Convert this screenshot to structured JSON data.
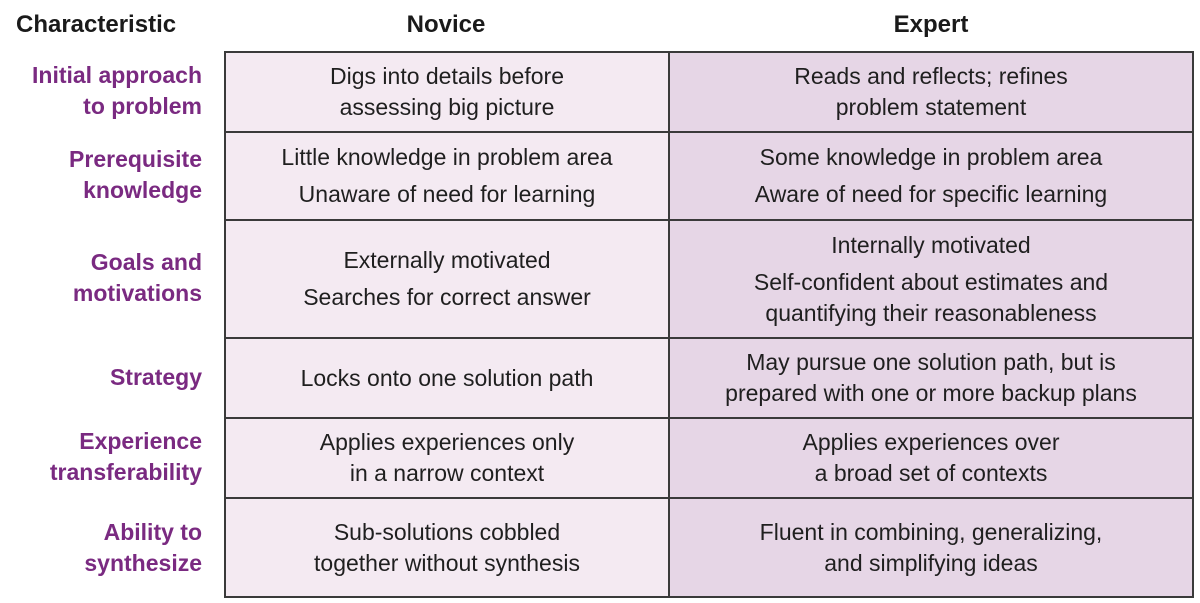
{
  "headers": {
    "characteristic": "Characteristic",
    "novice": "Novice",
    "expert": "Expert"
  },
  "rows": [
    {
      "label": "Initial approach\nto problem",
      "novice": [
        "Digs into details before\nassessing big picture"
      ],
      "expert": [
        "Reads and reflects; refines\nproblem statement"
      ]
    },
    {
      "label": "Prerequisite\nknowledge",
      "novice": [
        "Little knowledge in problem area",
        "Unaware of need for learning"
      ],
      "expert": [
        "Some knowledge in problem area",
        "Aware of need for specific learning"
      ]
    },
    {
      "label": "Goals and\nmotivations",
      "novice": [
        "Externally motivated",
        "Searches for correct answer"
      ],
      "expert": [
        "Internally motivated",
        "Self-confident about estimates and\nquantifying their reasonableness"
      ]
    },
    {
      "label": "Strategy",
      "novice": [
        "Locks onto one solution path"
      ],
      "expert": [
        "May pursue one solution path, but is\nprepared with one or more backup plans"
      ]
    },
    {
      "label": "Experience\ntransferability",
      "novice": [
        "Applies experiences only\nin a narrow context"
      ],
      "expert": [
        "Applies experiences over\na broad set of contexts"
      ]
    },
    {
      "label": "Ability to\nsynthesize",
      "novice": [
        "Sub-solutions cobbled\ntogether without synthesis"
      ],
      "expert": [
        "Fluent in combining, generalizing,\nand simplifying ideas"
      ]
    }
  ]
}
